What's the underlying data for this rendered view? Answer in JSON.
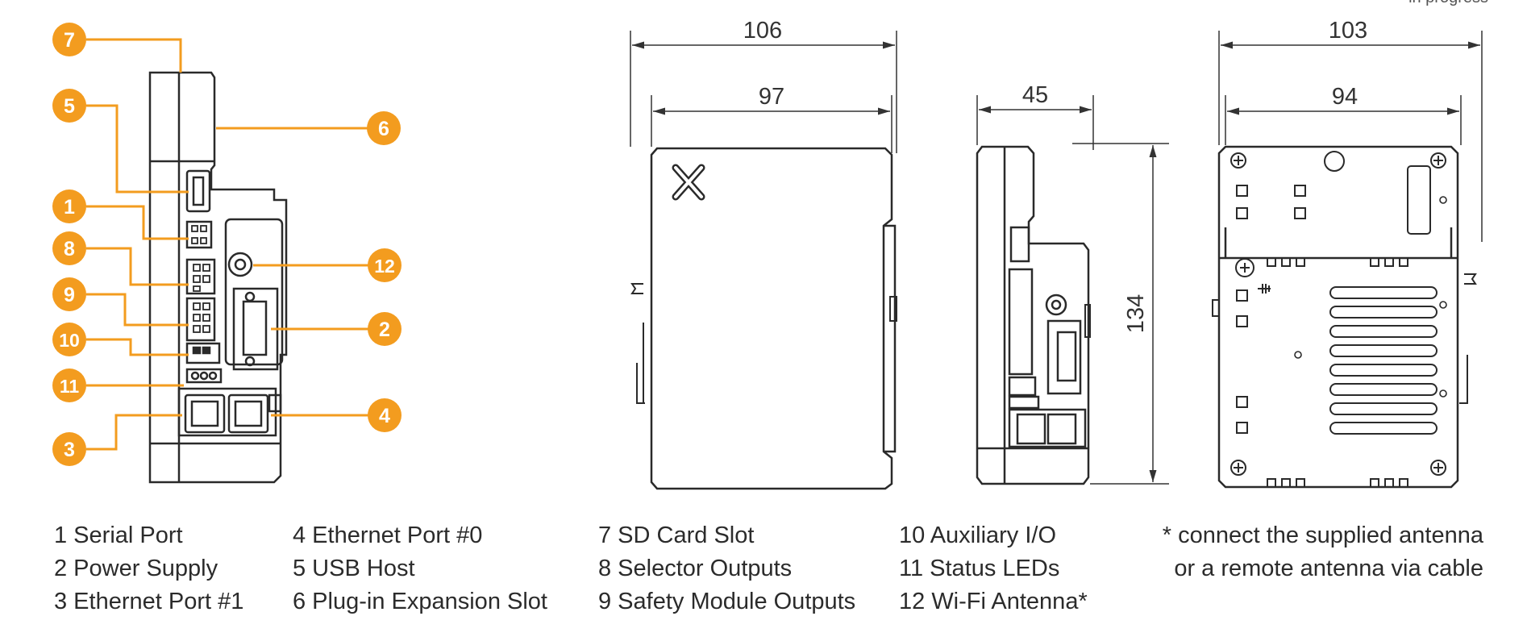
{
  "header": {
    "stamp": "in progress"
  },
  "callouts": [
    {
      "num": "7"
    },
    {
      "num": "5"
    },
    {
      "num": "6"
    },
    {
      "num": "1"
    },
    {
      "num": "8"
    },
    {
      "num": "9"
    },
    {
      "num": "12"
    },
    {
      "num": "2"
    },
    {
      "num": "10"
    },
    {
      "num": "11"
    },
    {
      "num": "4"
    },
    {
      "num": "3"
    }
  ],
  "dimensions": {
    "front_width_total": "106",
    "front_width_body": "97",
    "side_depth": "45",
    "height": "134",
    "back_width_total": "103",
    "back_width_body": "94"
  },
  "legend": {
    "col1": [
      "1 Serial Port",
      "2 Power Supply",
      "3 Ethernet Port #1"
    ],
    "col2": [
      "4 Ethernet Port #0",
      "5 USB Host",
      "6 Plug-in Expansion Slot"
    ],
    "col3": [
      "7 SD Card Slot",
      "8 Selector Outputs",
      "9 Safety Module Outputs"
    ],
    "col4": [
      "10 Auxiliary I/O",
      "11 Status LEDs",
      "12 Wi-Fi Antenna*"
    ],
    "note": [
      "* connect the supplied antenna",
      "or a remote antenna via cable"
    ]
  },
  "colors": {
    "callout": "#f39c1f",
    "outline": "#2a2a2a",
    "dimension": "#333333"
  }
}
